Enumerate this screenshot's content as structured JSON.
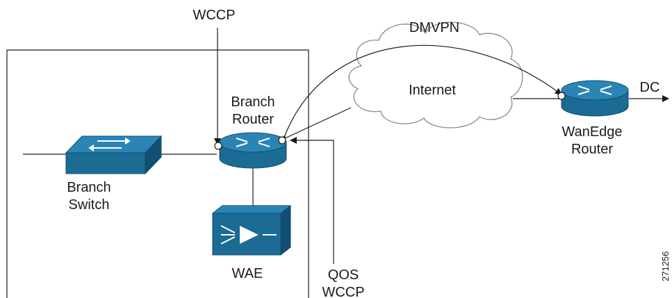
{
  "labels": {
    "wccp_top": "WCCP",
    "dmvpn": "DMVPN",
    "internet": "Internet",
    "branch_router_line1": "Branch",
    "branch_router_line2": "Router",
    "dc": "DC",
    "wanedge_line1": "WanEdge",
    "wanedge_line2": "Router",
    "branch_switch_line1": "Branch",
    "branch_switch_line2": "Switch",
    "wae": "WAE",
    "qos": "QOS",
    "wccp_bottom": "WCCP",
    "figure_id": "271256"
  },
  "colors": {
    "device_blue": "#1b6b94",
    "device_dark": "#0f4f72",
    "line": "#1a1a1a",
    "cloud_edge": "#8a8a8a",
    "cloud_fill": "#ffffff"
  },
  "icons": [
    "router-icon",
    "switch-icon",
    "wae-icon",
    "cloud-icon"
  ]
}
